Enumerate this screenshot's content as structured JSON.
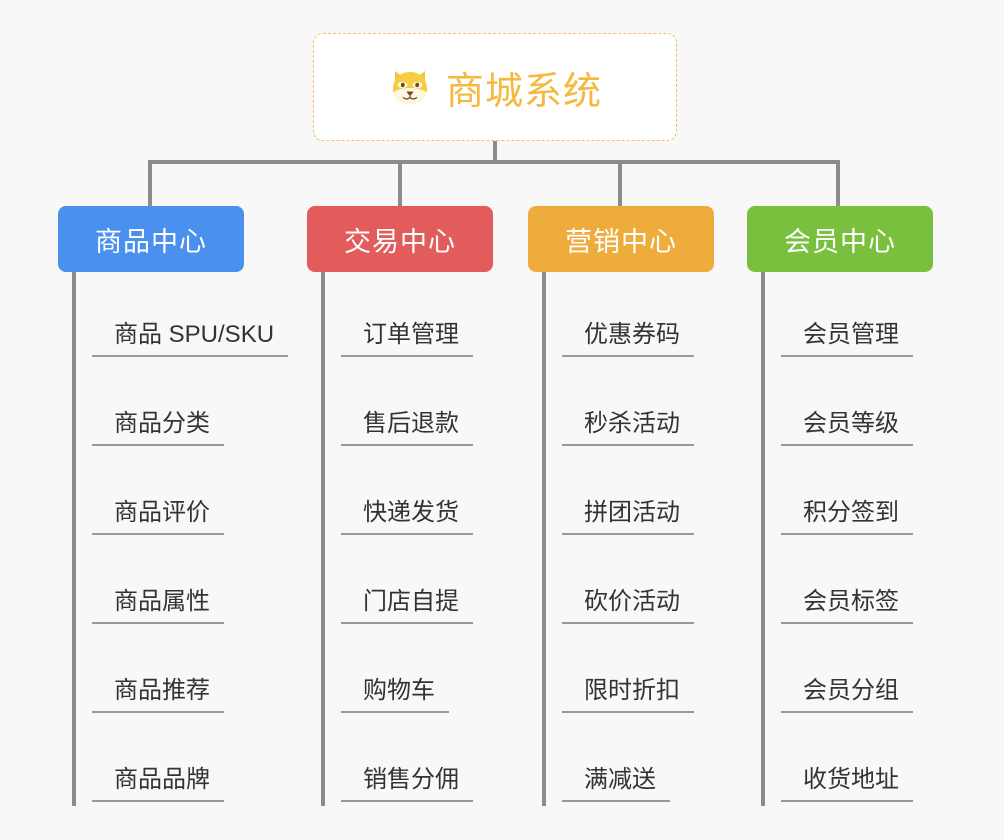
{
  "page": {
    "background_color": "#f8f8f8",
    "text_color": "#333333",
    "line_color": "#8c8c8c"
  },
  "root": {
    "title": "商城系统",
    "icon": "dog-face-icon",
    "accent_color": "#f5b93e",
    "border_color": "#f0c060",
    "background_color": "#ffffff"
  },
  "categories": [
    {
      "label": "商品中心",
      "color": "#4a90ee",
      "items": [
        {
          "label": "商品 SPU/SKU"
        },
        {
          "label": "商品分类"
        },
        {
          "label": "商品评价"
        },
        {
          "label": "商品属性"
        },
        {
          "label": "商品推荐"
        },
        {
          "label": "商品品牌"
        }
      ]
    },
    {
      "label": "交易中心",
      "color": "#e25c5c",
      "items": [
        {
          "label": "订单管理"
        },
        {
          "label": "售后退款"
        },
        {
          "label": "快递发货"
        },
        {
          "label": "门店自提"
        },
        {
          "label": "购物车"
        },
        {
          "label": "销售分佣"
        }
      ]
    },
    {
      "label": "营销中心",
      "color": "#eeac3c",
      "items": [
        {
          "label": "优惠券码"
        },
        {
          "label": "秒杀活动"
        },
        {
          "label": "拼团活动"
        },
        {
          "label": "砍价活动"
        },
        {
          "label": "限时折扣"
        },
        {
          "label": "满减送"
        }
      ]
    },
    {
      "label": "会员中心",
      "color": "#78c03e",
      "items": [
        {
          "label": "会员管理"
        },
        {
          "label": "会员等级"
        },
        {
          "label": "积分签到"
        },
        {
          "label": "会员标签"
        },
        {
          "label": "会员分组"
        },
        {
          "label": "收货地址"
        }
      ]
    }
  ]
}
